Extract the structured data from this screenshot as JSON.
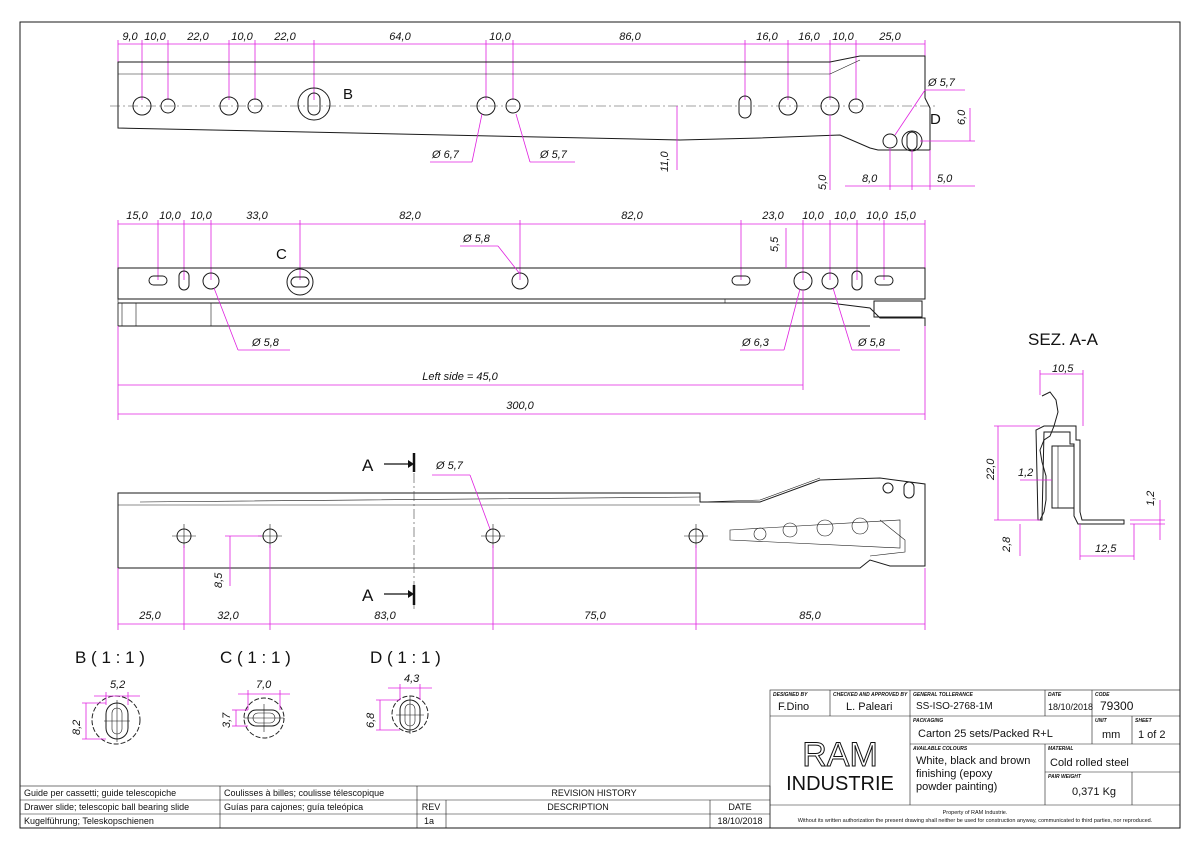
{
  "top_view": {
    "dims_top": [
      "9,0",
      "10,0",
      "22,0",
      "10,0",
      "22,0",
      "64,0",
      "10,0",
      "86,0",
      "16,0",
      "16,0",
      "10,0",
      "25,0"
    ],
    "detail_b": "B",
    "detail_d": "D",
    "dia_6_7": "Ø 6,7",
    "dia_5_7_a": "Ø 5,7",
    "dia_5_7_b": "Ø 5,7",
    "dim_11": "11,0",
    "dim_6": "6,0",
    "dim_5a": "5,0",
    "dim_8": "8,0",
    "dim_5b": "5,0"
  },
  "mid_view": {
    "dims_top": [
      "15,0",
      "10,0",
      "10,0",
      "33,0",
      "82,0",
      "82,0",
      "23,0",
      "10,0",
      "10,0",
      "10,0",
      "15,0"
    ],
    "detail_c": "C",
    "dia_5_8_top": "Ø 5,8",
    "dim_5_5": "5,5",
    "dia_5_8_left": "Ø 5,8",
    "dia_6_3": "Ø 6,3",
    "dia_5_8_right": "Ø 5,8",
    "left_side": "Left side = 45,0",
    "overall": "300,0"
  },
  "section": {
    "title": "SEZ. A-A",
    "d10_5": "10,5",
    "d22": "22,0",
    "d1_2a": "1,2",
    "d1_2b": "1,2",
    "d2_8": "2,8",
    "d12_5": "12,5"
  },
  "bottom_view": {
    "cut_a_top": "A",
    "cut_a_bot": "A",
    "dia_5_7": "Ø 5,7",
    "dim_8_5": "8,5",
    "dims_bottom": [
      "25,0",
      "32,0",
      "83,0",
      "75,0",
      "85,0"
    ]
  },
  "details": {
    "b_title": "B ( 1 : 1 )",
    "b_w": "5,2",
    "b_h": "8,2",
    "c_title": "C ( 1 : 1 )",
    "c_w": "7,0",
    "c_h": "3,7",
    "d_title": "D ( 1 : 1 )",
    "d_w": "4,3",
    "d_h": "6,8"
  },
  "title_block": {
    "designed_by_label": "DESIGNED BY",
    "designed_by": "F.Dino",
    "checked_label": "CHECKED AND APPROVED BY",
    "checked": "L. Paleari",
    "tolerance_label": "GENERAL TOLLERANCE",
    "tolerance": "SS-ISO-2768-1M",
    "date_label": "DATE",
    "date": "18/10/2018",
    "code_label": "CODE",
    "code": "79300",
    "packaging_label": "PACKAGING",
    "packaging": "Carton 25 sets/Packed R+L",
    "unit_label": "UNIT",
    "unit": "mm",
    "sheet_label": "SHEET",
    "sheet": "1 of 2",
    "logo_top": "RAM",
    "logo_bottom": "INDUSTRIE",
    "colours_label": "AVAILABLE COLOURS",
    "colours_1": "White, black and brown",
    "colours_2": "finishing (epoxy",
    "colours_3": "powder painting)",
    "material_label": "MATERIAL",
    "material": "Cold rolled steel",
    "weight_label": "PAIR WEIGHT",
    "weight": "0,371 Kg",
    "property": "Property of RAM Industrie.",
    "notice": "Without its written authorization the present drawing shall neither be used for construction anyway, communicated to third parties, nor reproduced."
  },
  "revision_block": {
    "names": [
      [
        "Guide per cassetti; guide telescopiche",
        "Coulisses à billes; coulisse télescopique"
      ],
      [
        "Drawer slide; telescopic ball bearing slide",
        "Guías para cajones; guía teleópica"
      ],
      [
        "Kugelführung; Teleskopschienen",
        ""
      ]
    ],
    "history_title": "REVISION HISTORY",
    "rev_header": "REV",
    "desc_header": "DESCRIPTION",
    "date_header": "DATE",
    "rev": "1a",
    "rev_desc": "",
    "rev_date": "18/10/2018"
  }
}
